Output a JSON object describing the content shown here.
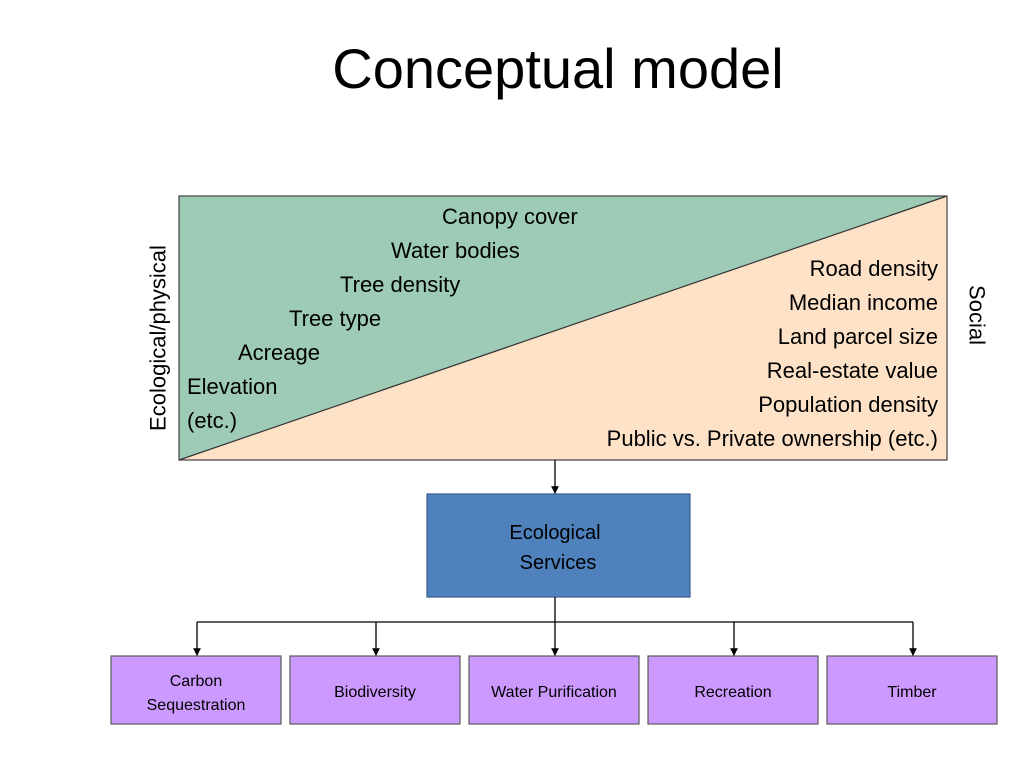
{
  "title": "Conceptual model",
  "axes": {
    "left_label": "Ecological/physical",
    "right_label": "Social"
  },
  "ecological_factors": [
    "Canopy cover",
    "Water bodies",
    "Tree density",
    "Tree type",
    "Acreage",
    "Elevation",
    "(etc.)"
  ],
  "social_factors": [
    "Road density",
    "Median income",
    "Land parcel size",
    "Real-estate value",
    "Population density",
    "Public vs. Private ownership (etc.)"
  ],
  "center_node": {
    "lines": [
      "Ecological",
      "Services"
    ]
  },
  "services": [
    {
      "lines": [
        "Carbon",
        "Sequestration"
      ]
    },
    {
      "lines": [
        "Biodiversity"
      ]
    },
    {
      "lines": [
        "Water Purification"
      ]
    },
    {
      "lines": [
        "Recreation"
      ]
    },
    {
      "lines": [
        "Timber"
      ]
    }
  ],
  "colors": {
    "ecological_region": "#9ecbb5",
    "social_region": "#fde2c8",
    "center_node": "#4f81bd",
    "service_node": "#cc99ff"
  }
}
